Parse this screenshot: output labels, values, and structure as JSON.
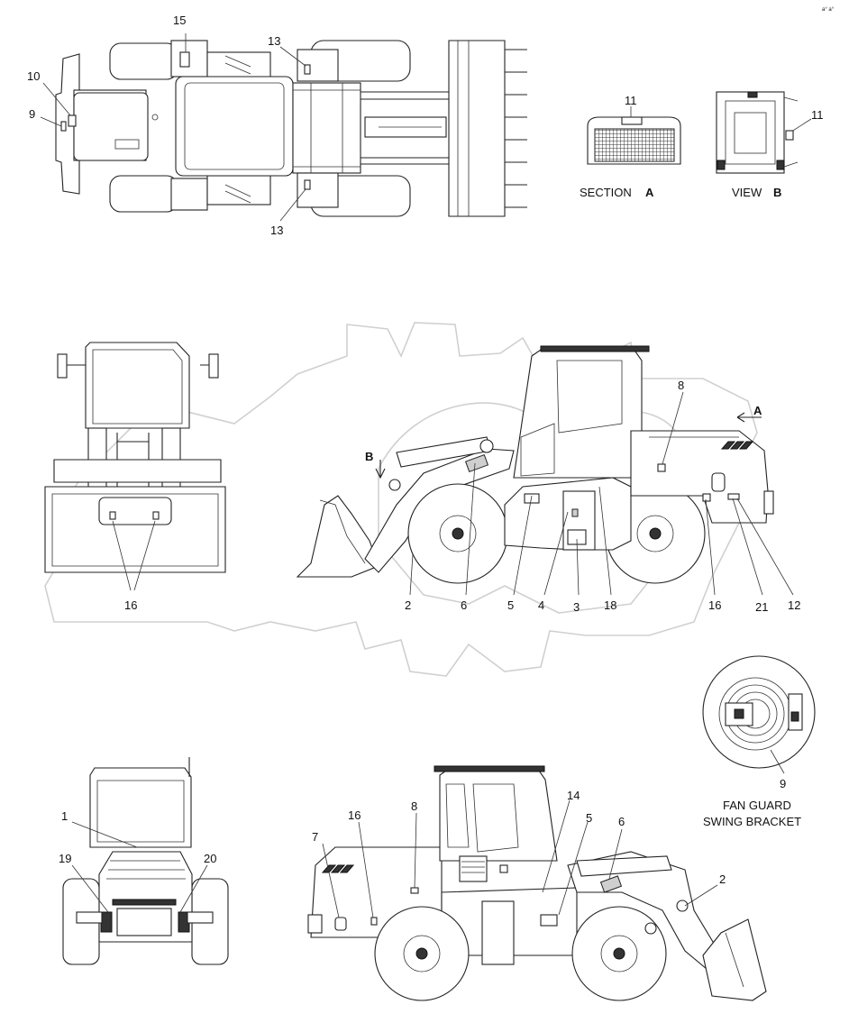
{
  "corner_mark": "a° a°",
  "watermark_text": "",
  "captions": {
    "section_a_title": "SECTION",
    "section_a_letter": "A",
    "view_b_title": "VIEW",
    "view_b_letter": "B",
    "fan_guard_line1": "FAN GUARD",
    "fan_guard_line2": "SWING BRACKET"
  },
  "view_arrows": {
    "a": "A",
    "b": "B"
  },
  "callouts": {
    "top_15": "15",
    "top_13_upper": "13",
    "top_13_lower": "13",
    "top_10": "10",
    "top_9": "9",
    "section_11": "11",
    "view_b_11": "11",
    "front_16": "16",
    "side_8": "8",
    "side_2": "2",
    "side_6": "6",
    "side_5": "5",
    "side_4": "4",
    "side_3": "3",
    "side_18": "18",
    "side_16": "16",
    "side_21": "21",
    "side_12": "12",
    "fan_9": "9",
    "rear_1": "1",
    "rear_19": "19",
    "rear_20": "20",
    "left_7": "7",
    "left_16": "16",
    "left_8": "8",
    "left_14": "14",
    "left_5": "5",
    "left_6": "6",
    "left_2": "2"
  }
}
